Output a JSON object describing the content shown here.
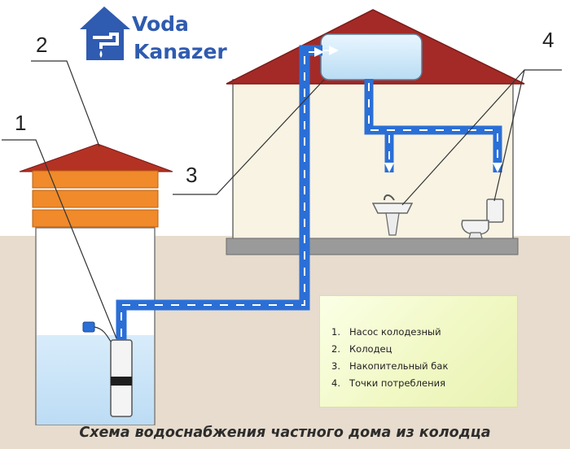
{
  "logo": {
    "line1": "Voda",
    "line2": "Kanazer",
    "icon": "house-faucet-logo-icon"
  },
  "callouts": [
    "1",
    "2",
    "3",
    "4"
  ],
  "legend": {
    "items": [
      {
        "num": "1.",
        "text": "Насос колодезный"
      },
      {
        "num": "2.",
        "text": "Колодец"
      },
      {
        "num": "3.",
        "text": "Накопительный бак"
      },
      {
        "num": "4.",
        "text": "Точки потребления"
      }
    ]
  },
  "caption": "Схема водоснабжения частного дома из колодца",
  "colors": {
    "pipe": "#2b6fd6",
    "roof": "#a32a27",
    "wall": "#f7f1df",
    "ground": "#e7dccd",
    "water": "#cfe6f7",
    "logo": "#2f5bb0",
    "legend_bg": "#f3f8cc"
  }
}
